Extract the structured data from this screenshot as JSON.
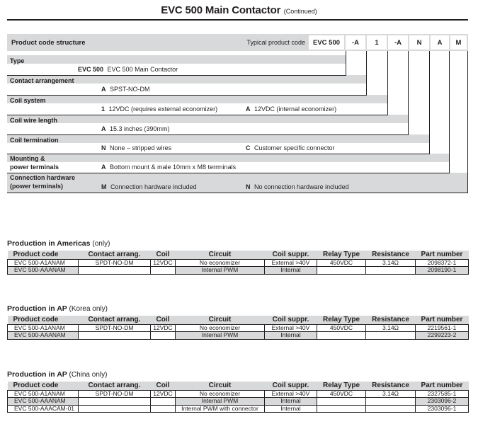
{
  "title": {
    "main": "EVC 500 Main Contactor",
    "continued": "(Continued)"
  },
  "structure": {
    "heading": "Product code structure",
    "typical_label": "Typical product code",
    "codes": [
      "EVC 500",
      "-A",
      "1",
      "-A",
      "N",
      "A",
      "M"
    ],
    "rows": [
      {
        "label": "Type",
        "options": [
          {
            "code": "EVC 500",
            "text": "EVC 500 Main Contactor"
          }
        ]
      },
      {
        "label": "Contact arrangement",
        "options": [
          {
            "code": "A",
            "text": "SPST-NO-DM"
          }
        ]
      },
      {
        "label": "Coil system",
        "options": [
          {
            "code": "1",
            "text": "12VDC (requires external economizer)"
          },
          {
            "code": "A",
            "text": "12VDC (internal economizer)"
          }
        ]
      },
      {
        "label": "Coil wire length",
        "options": [
          {
            "code": "A",
            "text": "15.3 inches (390mm)"
          }
        ]
      },
      {
        "label": "Coil termination",
        "options": [
          {
            "code": "N",
            "text": "None – stripped wires"
          },
          {
            "code": "C",
            "text": "Customer specific connector"
          }
        ]
      },
      {
        "label_line1": "Mounting &",
        "label_line2": "power terminals",
        "options": [
          {
            "code": "A",
            "text": "Bottom mount & male 10mm x M8 terrminals"
          }
        ]
      },
      {
        "label_line1": "Connection hardware",
        "label_line2": "(power terminals)",
        "options": [
          {
            "code": "M",
            "text": "Connection hardware included"
          },
          {
            "code": "N",
            "text": "No connection hardware included"
          }
        ]
      }
    ]
  },
  "columns": [
    "Product code",
    "Contact arrang.",
    "Coil",
    "Circuit",
    "Coil suppr.",
    "Relay Type",
    "Resistance",
    "Part number"
  ],
  "tables": [
    {
      "title": "Production in Americas",
      "note": "(only)",
      "rows": [
        [
          "EVC 500-A1ANAM",
          "SPDT-NO-DM",
          "12VDC",
          "No economizer",
          "External >40V",
          "450VDC",
          "3.14Ω",
          "2098372-1"
        ],
        [
          "EVC 500-AAANAM",
          "",
          "",
          "Internal PWM",
          "Internal",
          "",
          "",
          "2098190-1"
        ]
      ]
    },
    {
      "title": "Production in AP",
      "note": "(Korea only)",
      "rows": [
        [
          "EVC 500-A1ANAM",
          "SPDT-NO-DM",
          "12VDC",
          "No economizer",
          "External >40V",
          "450VDC",
          "3.14Ω",
          "2219561-1"
        ],
        [
          "EVC 500-AAANAM",
          "",
          "",
          "Internal PWM",
          "Internal",
          "",
          "",
          "2299223-2"
        ]
      ]
    },
    {
      "title": "Production in AP",
      "note": "(China only)",
      "rows": [
        [
          "EVC 500-A1ANAM",
          "SPDT-NO-DM",
          "12VDC",
          "No economizer",
          "External >40V",
          "450VDC",
          "3.14Ω",
          "2327585-1"
        ],
        [
          "EVC 500-AAANAM",
          "",
          "",
          "Internal PWM",
          "Internal",
          "",
          "",
          "2303096-2"
        ],
        [
          "EVC 500-AAACAM-01",
          "",
          "",
          "Internal PWM with connector",
          "Internal",
          "",
          "",
          "2303096-1"
        ]
      ]
    }
  ]
}
